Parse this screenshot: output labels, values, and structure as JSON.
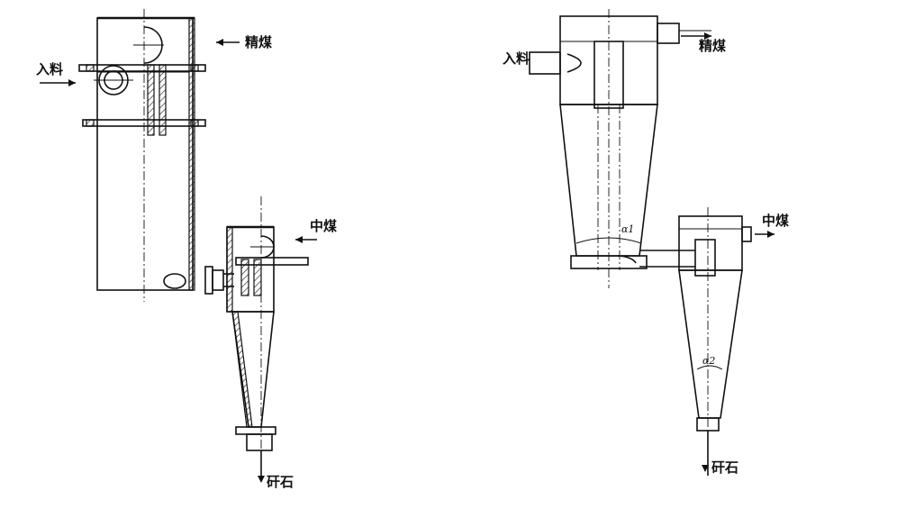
{
  "diagram": {
    "left": {
      "feed_label": "入料",
      "clean_coal_label": "精煤",
      "middlings_label": "中煤",
      "refuse_label": "矸石"
    },
    "right": {
      "feed_label": "入料",
      "clean_coal_label": "精煤",
      "middlings_label": "中煤",
      "refuse_label": "矸石",
      "angle1_label": "α1",
      "angle2_label": "α2"
    }
  }
}
